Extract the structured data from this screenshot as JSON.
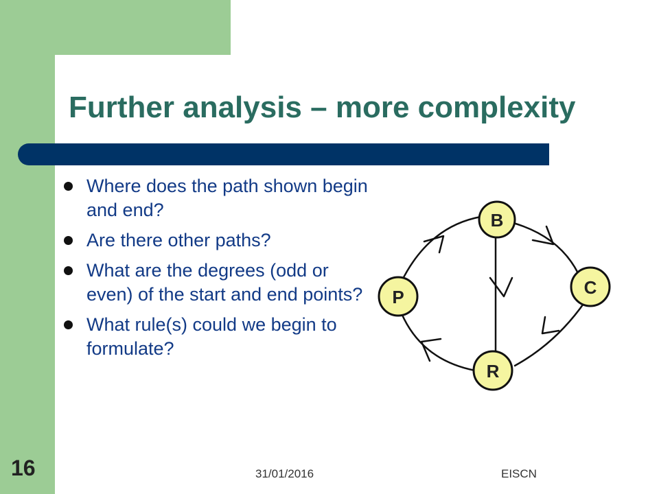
{
  "slide": {
    "title": "Further analysis – more complexity",
    "bullets": [
      "Where does the path shown begin and end?",
      "Are there other paths?",
      "What are the degrees (odd or even) of the start and end points?",
      "What rule(s) could we begin to formulate?"
    ],
    "graph": {
      "nodes": [
        {
          "id": "B",
          "label": "B"
        },
        {
          "id": "C",
          "label": "C"
        },
        {
          "id": "P",
          "label": "P"
        },
        {
          "id": "R",
          "label": "R"
        }
      ],
      "edges": [
        {
          "from": "P",
          "to": "B"
        },
        {
          "from": "B",
          "to": "C"
        },
        {
          "from": "B",
          "to": "R"
        },
        {
          "from": "C",
          "to": "R"
        },
        {
          "from": "R",
          "to": "P"
        }
      ],
      "colors": {
        "node_fill": "#f5f5a0",
        "stroke": "#111111"
      }
    },
    "footer": {
      "slide_number": "16",
      "date": "31/01/2016",
      "organization": "EISCN"
    },
    "colors": {
      "title": "#2a6c60",
      "bar": "#003366",
      "side": "#9ccc95",
      "bullet_text": "#123a86"
    }
  }
}
